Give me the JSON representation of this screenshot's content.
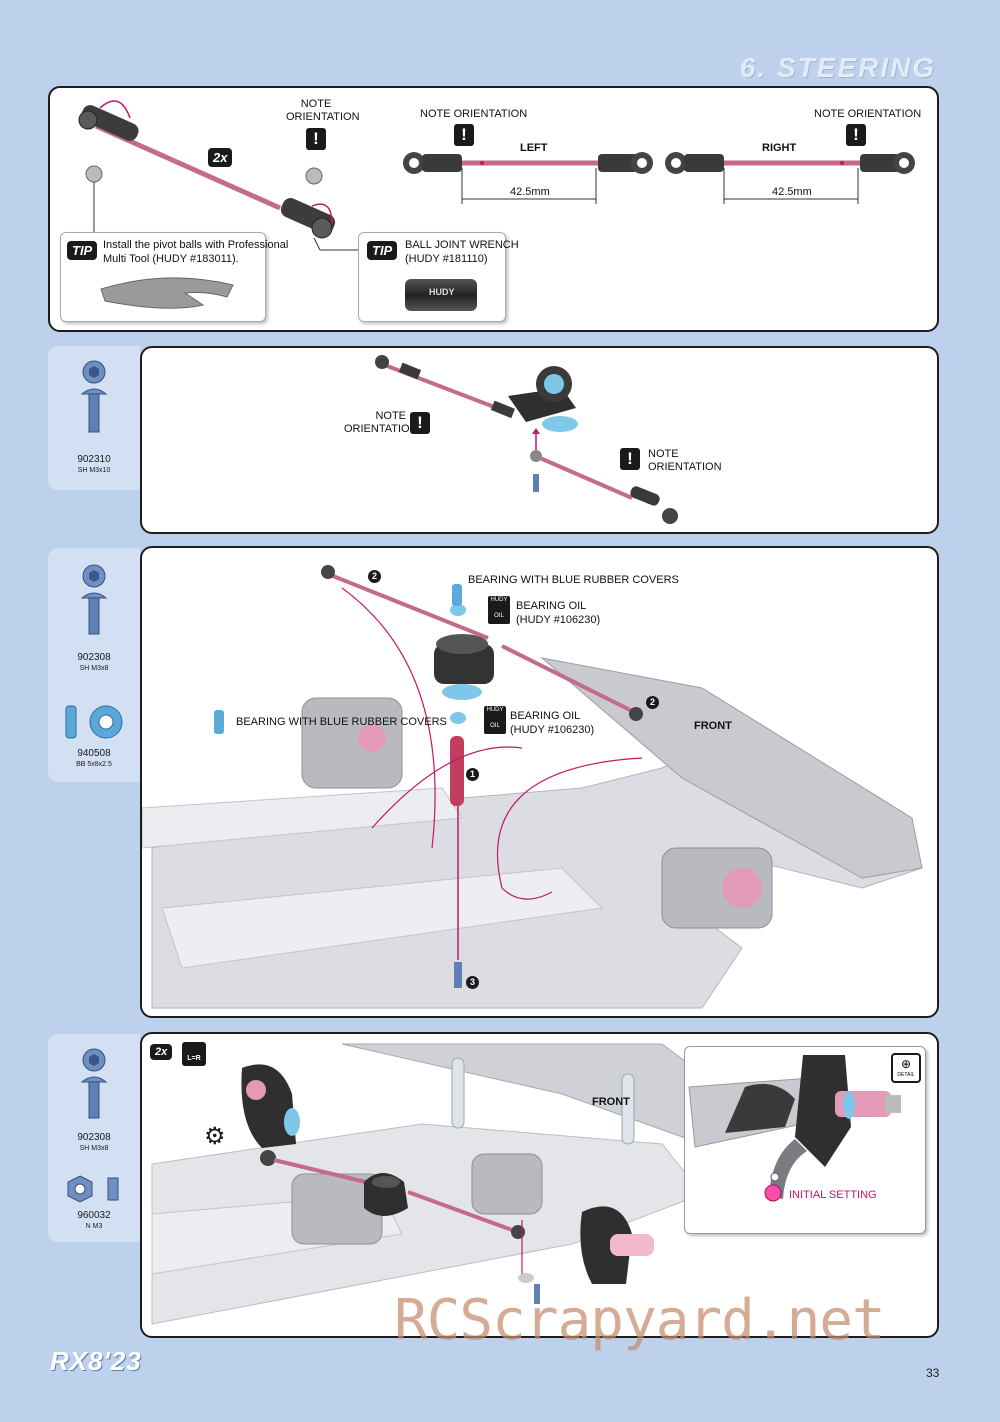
{
  "header": {
    "section_title": "6. STEERING"
  },
  "step1": {
    "note_orientation": "NOTE ORIENTATION",
    "multiplier": "2x",
    "left_label": "LEFT",
    "right_label": "RIGHT",
    "dim_left": "42.5mm",
    "dim_right": "42.5mm",
    "tip1_badge": "TIP",
    "tip1_text_line1": "Install the pivot balls with Professional",
    "tip1_text_line2": "Multi Tool (HUDY #183011).",
    "tip2_badge": "TIP",
    "tip2_text_line1": "BALL JOINT WRENCH",
    "tip2_text_line2": "(HUDY #181110)",
    "wrench_brand": "HUDY"
  },
  "step2": {
    "part": {
      "number": "902310",
      "desc": "SH M3x10"
    },
    "note1": "NOTE ORIENTATION",
    "note2": "NOTE ORIENTATION"
  },
  "step3": {
    "parts": [
      {
        "number": "902308",
        "desc": "SH M3x8"
      },
      {
        "number": "940508",
        "desc": "BB 5x8x2.5"
      }
    ],
    "bearing_label_top": "BEARING WITH BLUE RUBBER COVERS",
    "bearing_label_left": "BEARING WITH BLUE RUBBER COVERS",
    "oil_label1_line1": "BEARING OIL",
    "oil_label1_line2": "(HUDY #106230)",
    "oil_label2_line1": "BEARING OIL",
    "oil_label2_line2": "(HUDY #106230)",
    "oil_brand": "HUDY",
    "oil_text": "OIL",
    "front": "FRONT",
    "step_numbers": [
      "2",
      "2",
      "1",
      "3"
    ]
  },
  "step4": {
    "parts": [
      {
        "number": "902308",
        "desc": "SH M3x8"
      },
      {
        "number": "960032",
        "desc": "N M3"
      }
    ],
    "multiplier": "2x",
    "lr_text": "L=R",
    "front": "FRONT",
    "detail_label": "DETAIL",
    "initial_setting": "INITIAL SETTING"
  },
  "footer": {
    "logo": "RX8'23",
    "page_number": "33",
    "watermark": "RCScrapyard.net"
  }
}
